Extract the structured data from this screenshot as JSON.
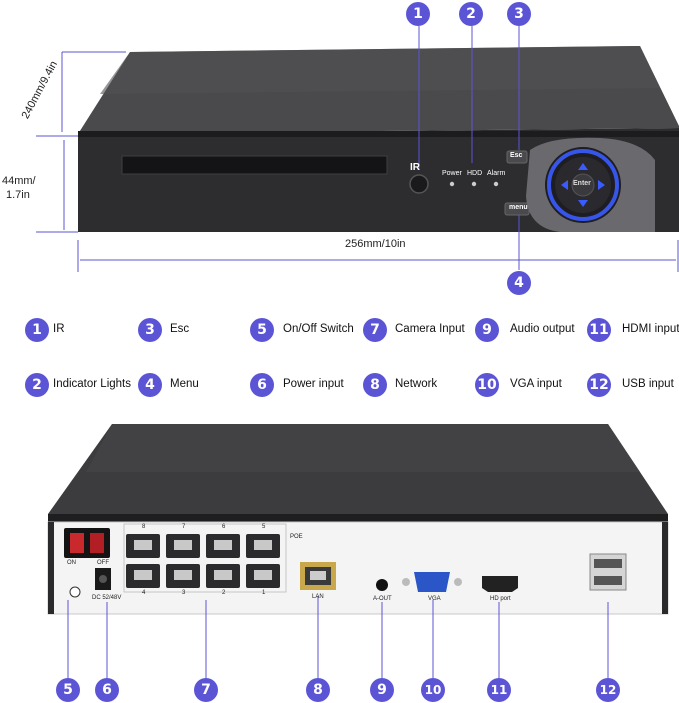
{
  "dimensions": {
    "depth": "240mm/9.4in",
    "height_mm": "44mm/",
    "height_in": "1.7in",
    "width": "256mm/10in"
  },
  "front_panel": {
    "ir_label": "IR",
    "power_label": "Power",
    "hdd_label": "HDD",
    "alarm_label": "Alarm",
    "esc_label": "Esc",
    "menu_label": "menu",
    "enter_label": "Enter"
  },
  "back_panel": {
    "on_label": "ON",
    "off_label": "OFF",
    "dc_label": "DC 52/48V",
    "poe_label": "POE",
    "lan_label": "LAN",
    "aout_label": "A-OUT",
    "vga_label": "VGA",
    "hdmi_label": "HD port",
    "port_numbers_top": [
      "8",
      "7",
      "6",
      "5"
    ],
    "port_numbers_bottom": [
      "4",
      "3",
      "2",
      "1"
    ]
  },
  "legend": [
    {
      "number": "1",
      "label": "IR"
    },
    {
      "number": "2",
      "label": "Indicator Lights"
    },
    {
      "number": "3",
      "label": "Esc"
    },
    {
      "number": "4",
      "label": "Menu"
    },
    {
      "number": "5",
      "label": "On/Off Switch"
    },
    {
      "number": "6",
      "label": "Power input"
    },
    {
      "number": "7",
      "label": "Camera Input"
    },
    {
      "number": "8",
      "label": "Network"
    },
    {
      "number": "9",
      "label": "Audio output"
    },
    {
      "number": "10",
      "label": "VGA input"
    },
    {
      "number": "11",
      "label": "HDMI input"
    },
    {
      "number": "12",
      "label": "USB input"
    }
  ],
  "callouts_front": [
    "1",
    "2",
    "3",
    "4"
  ],
  "callouts_back": [
    "5",
    "6",
    "7",
    "8",
    "9",
    "10",
    "11",
    "12"
  ],
  "colors": {
    "badge": "#5b55d6",
    "leader": "#5b55d6",
    "device": "#3a3a3c",
    "led_ring": "#3a5cff"
  }
}
